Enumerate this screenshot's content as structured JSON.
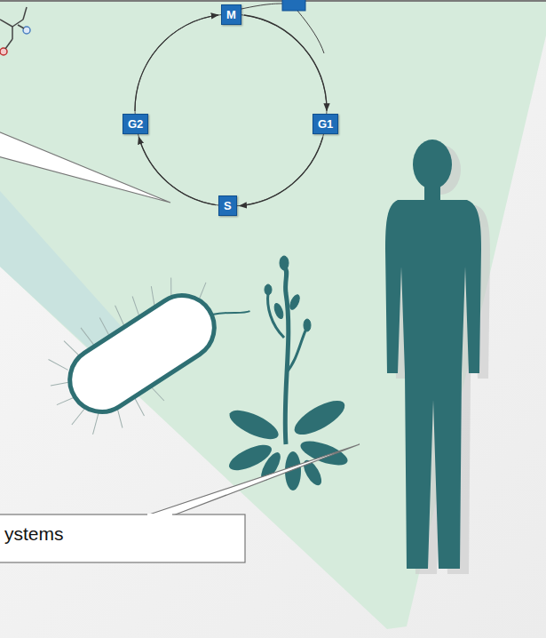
{
  "diagram": {
    "nodes": [
      {
        "text": [
          "M"
        ]
      },
      {
        "text": [
          "G1"
        ]
      },
      {
        "text": [
          "S"
        ]
      },
      {
        "text": [
          "G2"
        ]
      }
    ],
    "edges": [
      {
        "from": 1,
        "to": 2,
        "arrow": "to"
      },
      {
        "from": 2,
        "to": 3,
        "arrow": "to"
      },
      {
        "from": 3,
        "to": 0,
        "arrow": "to"
      },
      {
        "from": 0,
        "to": 1,
        "arrow": "to"
      }
    ],
    "labels": [
      "ystems"
    ]
  }
}
